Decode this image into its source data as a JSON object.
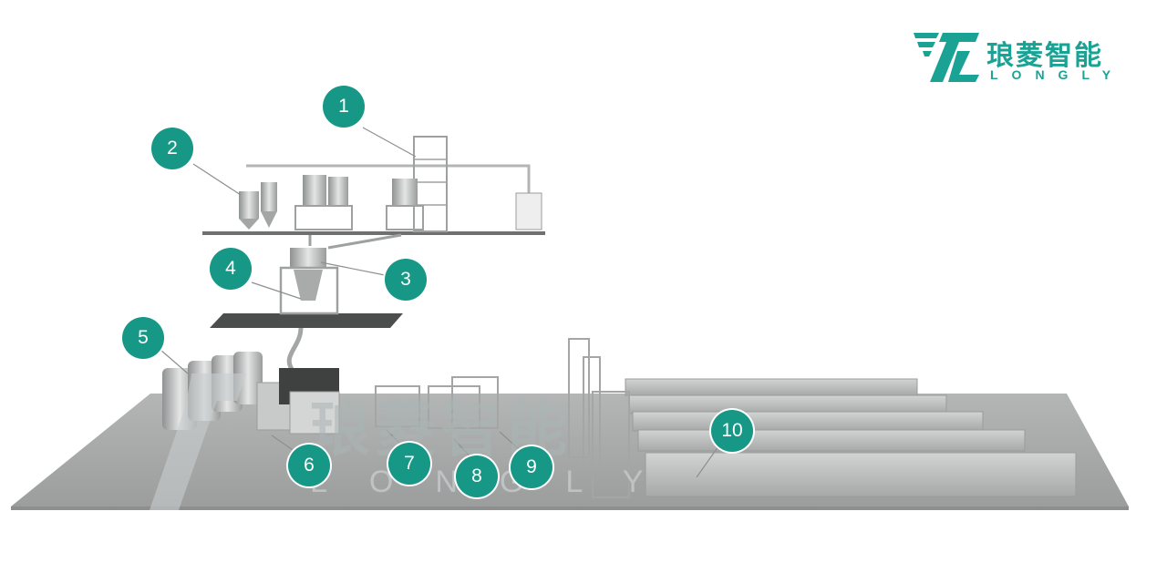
{
  "brand": {
    "name_cn": "琅菱智能",
    "name_en": "LONGLY",
    "color": "#1aa394"
  },
  "watermark": {
    "name_cn": "琅菱智能",
    "name_en": "LONGLY"
  },
  "callouts": [
    "1",
    "2",
    "3",
    "4",
    "5",
    "6",
    "7",
    "8",
    "9",
    "10"
  ],
  "colors": {
    "callout_fill": "#179786",
    "floor": "#a9abab",
    "machine": "#c9cbcb"
  }
}
